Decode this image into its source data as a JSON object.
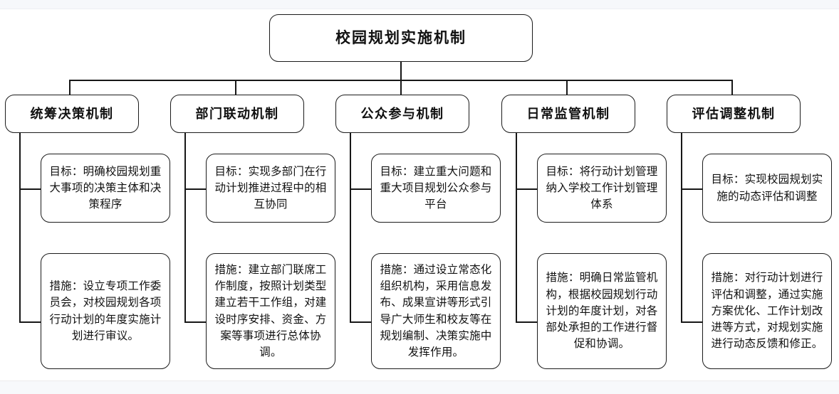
{
  "diagram": {
    "type": "org-tree",
    "root": {
      "label": "校园规划实施机制"
    },
    "columns": [
      {
        "header": "统筹决策机制",
        "goal": "目标：明确校园规划重大事项的决策主体和决策程序",
        "measure": "措施：设立专项工作委员会，对校园规划各项行动计划的年度实施计划进行审议。"
      },
      {
        "header": "部门联动机制",
        "goal": "目标：实现多部门在行动计划推进过程中的相互协同",
        "measure": "措施：建立部门联席工作制度，按照计划类型建立若干工作组，对建设时序安排、资金、方案等事项进行总体协调。"
      },
      {
        "header": "公众参与机制",
        "goal": "目标：建立重大问题和重大项目规划公众参与平台",
        "measure": "措施：通过设立常态化组织机构，采用信息发布、成果宣讲等形式引导广大师生和校友等在规划编制、决策实施中发挥作用。"
      },
      {
        "header": "日常监管机制",
        "goal": "目标：将行动计划管理纳入学校工作计划管理体系",
        "measure": "措施：明确日常监管机构，根据校园规划行动计划的年度计划，对各部处承担的工作进行督促和协调。"
      },
      {
        "header": "评估调整机制",
        "goal": "目标：实现校园规划实施的动态评估和调整",
        "measure": "措施：对行动计划进行评估和调整，通过实施方案优化、工作计划改进等方式，对规划实施进行动态反馈和修正。"
      }
    ]
  },
  "style": {
    "node_border_color": "#1b1b1b",
    "node_fill_color": "#ffffff",
    "connector_color": "#171717",
    "canvas_background": "#ffffff",
    "chrome_bar_color": "#f6f8fb"
  }
}
